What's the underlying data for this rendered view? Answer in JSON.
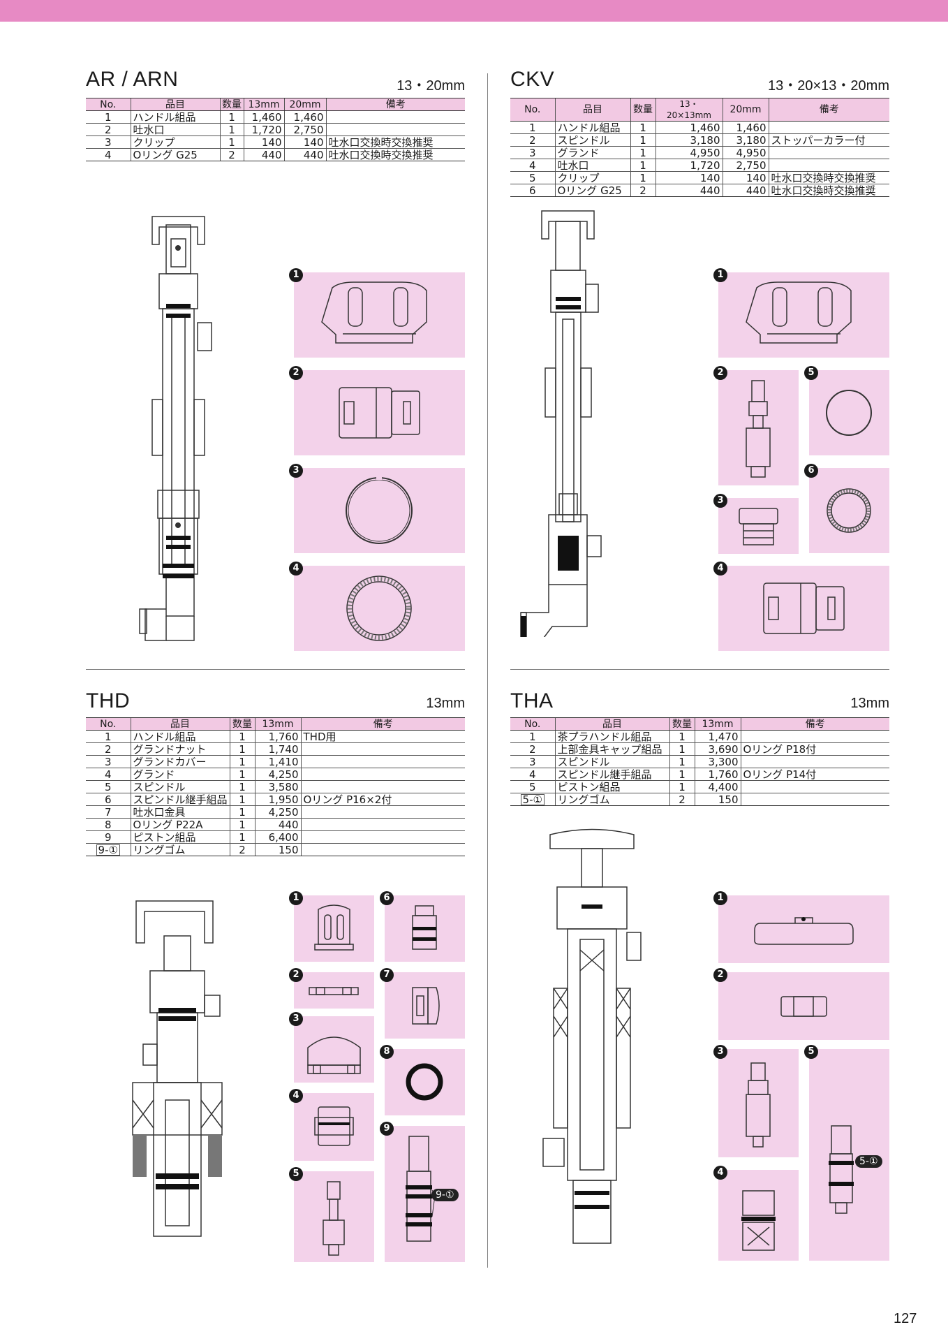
{
  "page_number": "127",
  "colors": {
    "accent": "#e78ac4",
    "panel": "#f3d2ea",
    "table_header": "#f2c9e3"
  },
  "sections": {
    "ar": {
      "title": "AR / ARN",
      "size": "13・20mm",
      "headers": [
        "No.",
        "品目",
        "数量",
        "13mm",
        "20mm",
        "備考"
      ],
      "rows": [
        [
          "1",
          "ハンドル組品",
          "1",
          "1,460",
          "1,460",
          ""
        ],
        [
          "2",
          "吐水口",
          "1",
          "1,720",
          "2,750",
          ""
        ],
        [
          "3",
          "クリップ",
          "1",
          "140",
          "140",
          "吐水口交換時交換推奨"
        ],
        [
          "4",
          "Oリング G25",
          "2",
          "440",
          "440",
          "吐水口交換時交換推奨"
        ]
      ],
      "badges": [
        "1",
        "2",
        "3",
        "4"
      ]
    },
    "ckv": {
      "title": "CKV",
      "size": "13・20×13・20mm",
      "headers": [
        "No.",
        "品目",
        "数量",
        "13・20×13mm",
        "20mm",
        "備考"
      ],
      "rows": [
        [
          "1",
          "ハンドル組品",
          "1",
          "1,460",
          "1,460",
          ""
        ],
        [
          "2",
          "スピンドル",
          "1",
          "3,180",
          "3,180",
          "ストッパーカラー付"
        ],
        [
          "3",
          "グランド",
          "1",
          "4,950",
          "4,950",
          ""
        ],
        [
          "4",
          "吐水口",
          "1",
          "1,720",
          "2,750",
          ""
        ],
        [
          "5",
          "クリップ",
          "1",
          "140",
          "140",
          "吐水口交換時交換推奨"
        ],
        [
          "6",
          "Oリング G25",
          "2",
          "440",
          "440",
          "吐水口交換時交換推奨"
        ]
      ],
      "badges": [
        "1",
        "2",
        "3",
        "4",
        "5",
        "6"
      ]
    },
    "thd": {
      "title": "THD",
      "size": "13mm",
      "headers": [
        "No.",
        "品目",
        "数量",
        "13mm",
        "備考"
      ],
      "rows": [
        [
          "1",
          "ハンドル組品",
          "1",
          "1,760",
          "THD用"
        ],
        [
          "2",
          "グランドナット",
          "1",
          "1,740",
          ""
        ],
        [
          "3",
          "グランドカバー",
          "1",
          "1,410",
          ""
        ],
        [
          "4",
          "グランド",
          "1",
          "4,250",
          ""
        ],
        [
          "5",
          "スピンドル",
          "1",
          "3,580",
          ""
        ],
        [
          "6",
          "スピンドル継手組品",
          "1",
          "1,950",
          "Oリング P16×2付"
        ],
        [
          "7",
          "吐水口金具",
          "1",
          "4,250",
          ""
        ],
        [
          "8",
          "Oリング P22A",
          "1",
          "440",
          ""
        ],
        [
          "9",
          "ピストン組品",
          "1",
          "6,400",
          ""
        ],
        [
          "9-①",
          "リングゴム",
          "2",
          "150",
          ""
        ]
      ],
      "badges": [
        "1",
        "2",
        "3",
        "4",
        "5",
        "6",
        "7",
        "8",
        "9"
      ],
      "callout": "9-①"
    },
    "tha": {
      "title": "THA",
      "size": "13mm",
      "headers": [
        "No.",
        "品目",
        "数量",
        "13mm",
        "備考"
      ],
      "rows": [
        [
          "1",
          "茶プラハンドル組品",
          "1",
          "1,470",
          ""
        ],
        [
          "2",
          "上部金具キャップ組品",
          "1",
          "3,690",
          "Oリング P18付"
        ],
        [
          "3",
          "スピンドル",
          "1",
          "3,300",
          ""
        ],
        [
          "4",
          "スピンドル継手組品",
          "1",
          "1,760",
          "Oリング P14付"
        ],
        [
          "5",
          "ピストン組品",
          "1",
          "4,400",
          ""
        ],
        [
          "5-①",
          "リングゴム",
          "2",
          "150",
          ""
        ]
      ],
      "badges": [
        "1",
        "2",
        "3",
        "4",
        "5"
      ],
      "callout": "5-①"
    }
  }
}
